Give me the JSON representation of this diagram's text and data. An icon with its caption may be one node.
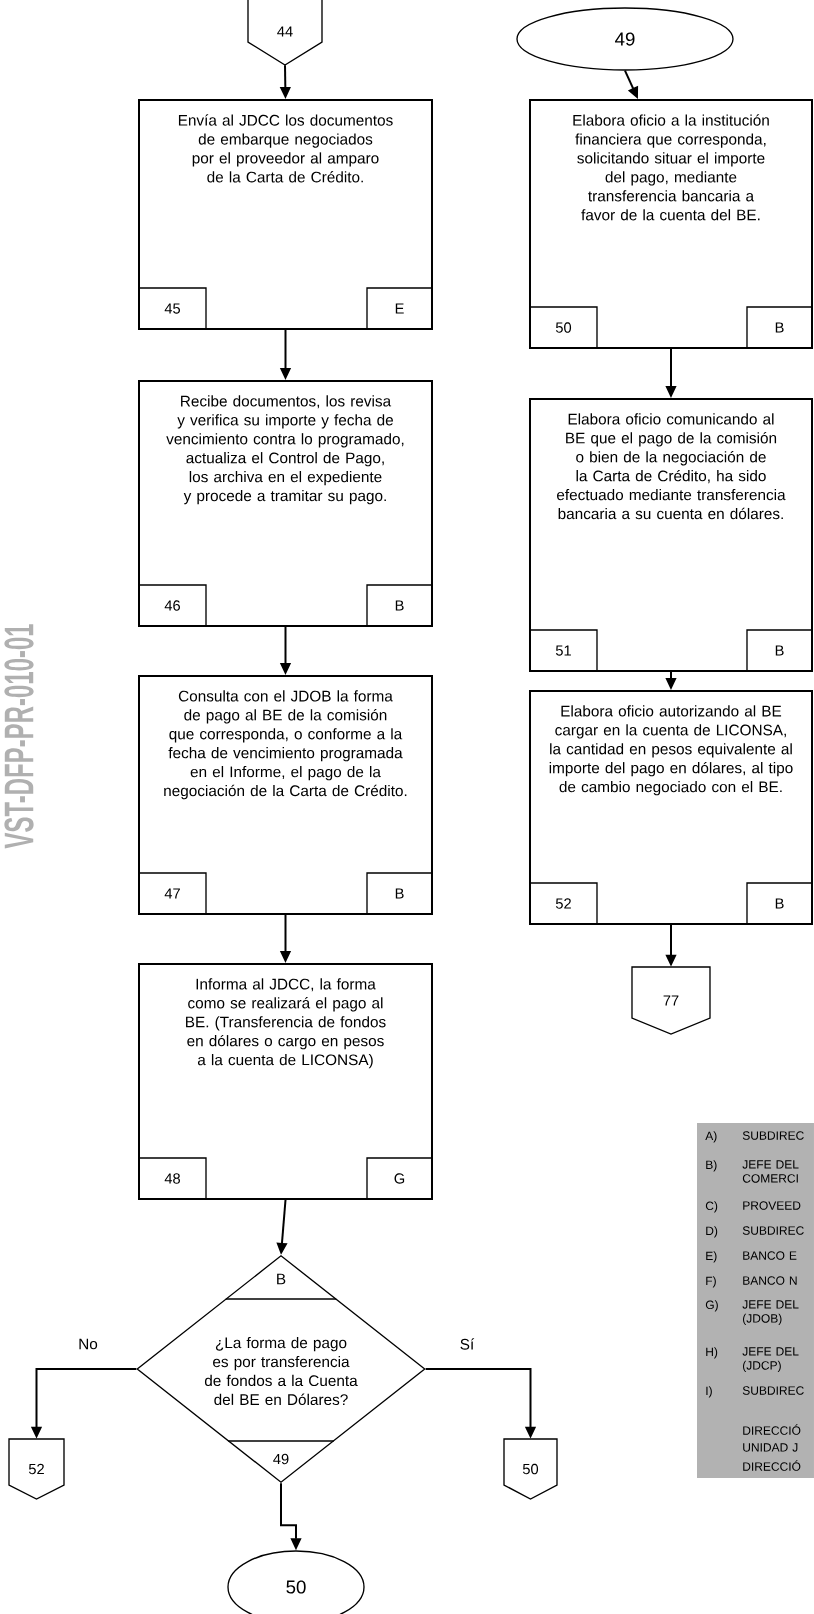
{
  "diagram": {
    "nodes": [
      {
        "text": [
          "44"
        ]
      },
      {
        "text": [
          "Envía al JDCC los documentos de embarque negociados por el proveedor al amparo de la Carta de Crédito.",
          "45",
          "E"
        ]
      },
      {
        "text": [
          "Recibe documentos, los revisa y verifica su importe y fecha de vencimiento contra lo programado, actualiza el Control de Pago, los archiva en el expediente y procede a tramitar su pago.",
          "46",
          "B"
        ]
      },
      {
        "text": [
          "Consulta con el JDOB la forma de pago al BE de la comisión que corresponda, o conforme a la fecha de vencimiento programada en el Informe, el pago de la negociación de la Carta de Crédito.",
          "47",
          "B"
        ]
      },
      {
        "text": [
          "Informa al JDCC, la forma como se realizará el pago al BE. (Transferencia de fondos en dólares o cargo en pesos a la cuenta de LICONSA)",
          "48",
          "G"
        ]
      },
      {
        "text": [
          "B",
          "¿La forma de pago es por transferencia de fondos a la Cuenta del BE en Dólares?",
          "49"
        ]
      },
      {
        "text": [
          "52"
        ]
      },
      {
        "text": [
          "50"
        ]
      },
      {
        "text": [
          "50"
        ]
      },
      {
        "text": [
          "49"
        ]
      },
      {
        "text": [
          "Elabora oficio a la institución financiera que corresponda, solicitando situar el importe del pago, mediante transferencia bancaria a favor de la cuenta del BE.",
          "50",
          "B"
        ]
      },
      {
        "text": [
          "Elabora oficio comunicando al BE que el pago de la comisión o bien de la negociación de la Carta de Crédito, ha sido efectuado mediante transferencia bancaria a su cuenta en dólares.",
          "51",
          "B"
        ]
      },
      {
        "text": [
          "Elabora oficio autorizando al BE cargar en la cuenta de LICONSA, la cantidad en pesos equivalente al importe del pago en dólares, al tipo de cambio negociado con el BE.",
          "52",
          "B"
        ]
      },
      {
        "text": [
          "77"
        ]
      }
    ],
    "edges": [
      {
        "from": 0,
        "to": 1,
        "arrow": "to"
      },
      {
        "from": 1,
        "to": 2,
        "arrow": "to"
      },
      {
        "from": 2,
        "to": 3,
        "arrow": "to"
      },
      {
        "from": 3,
        "to": 4,
        "arrow": "to"
      },
      {
        "from": 4,
        "to": 5,
        "arrow": "to"
      },
      {
        "from": 5,
        "to": 6,
        "arrow": "to",
        "label": "No"
      },
      {
        "from": 5,
        "to": 7,
        "arrow": "to",
        "label": "Sí"
      },
      {
        "from": 5,
        "to": 8,
        "arrow": "to"
      },
      {
        "from": 9,
        "to": 10,
        "arrow": "to"
      },
      {
        "from": 10,
        "to": 11,
        "arrow": "to"
      },
      {
        "from": 11,
        "to": 12,
        "arrow": "to"
      },
      {
        "from": 12,
        "to": 13,
        "arrow": "to"
      }
    ],
    "labels": [
      "VST-DFP-PR-010-01",
      "A)",
      "SUBDIREC",
      "B)",
      "JEFE DEL COMERCI",
      "C)",
      "PROVEED",
      "D)",
      "SUBDIREC",
      "E)",
      "BANCO E",
      "F)",
      "BANCO N",
      "G)",
      "JEFE DEL (JDOB)",
      "H)",
      "JEFE DEL (JDCP)",
      "I)",
      "SUBDIREC",
      "DIRECCIÓ",
      "UNIDAD J",
      "DIRECCIÓ"
    ]
  }
}
